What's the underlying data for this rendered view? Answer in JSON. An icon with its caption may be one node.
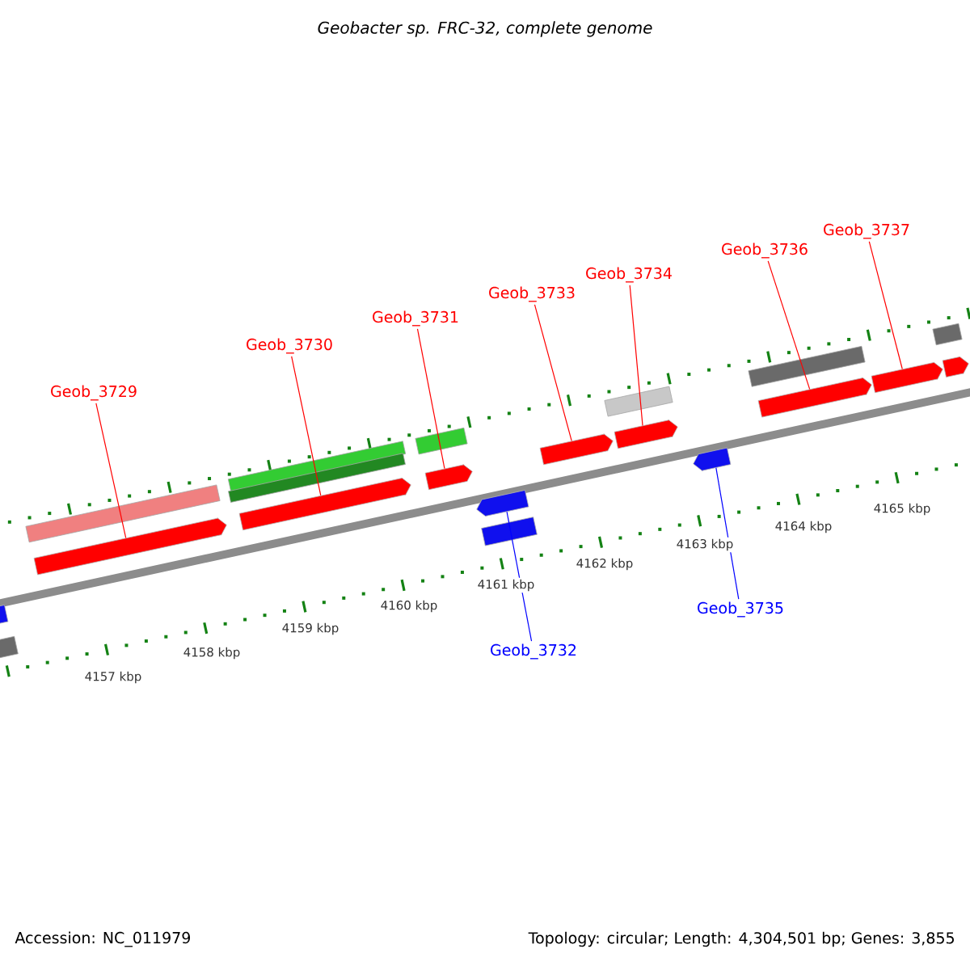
{
  "diagram": {
    "title": "Geobacter sp. FRC-32, complete genome",
    "nodes": [
      {
        "text": [
          "Geob_3729"
        ]
      },
      {
        "text": [
          "Geob_3730"
        ]
      },
      {
        "text": [
          "Geob_3731"
        ]
      },
      {
        "text": [
          "Geob_3733"
        ]
      },
      {
        "text": [
          "Geob_3734"
        ]
      },
      {
        "text": [
          "Geob_3736"
        ]
      },
      {
        "text": [
          "Geob_3737"
        ]
      },
      {
        "text": [
          "Geob_3732"
        ]
      },
      {
        "text": [
          "Geob_3735"
        ]
      },
      {
        "text": [],
        "shape": "arrow"
      },
      {
        "text": [],
        "shape": "arrow"
      },
      {
        "text": [],
        "shape": "arrow"
      },
      {
        "text": [],
        "shape": "arrow"
      },
      {
        "text": [],
        "shape": "arrow"
      },
      {
        "text": [],
        "shape": "arrow"
      },
      {
        "text": [],
        "shape": "arrow"
      },
      {
        "text": [],
        "shape": "arrow"
      },
      {
        "text": [],
        "shape": "arrow"
      },
      {
        "text": [],
        "shape": "arrow"
      },
      {
        "text": [],
        "shape": "arrow"
      },
      {
        "text": [],
        "shape": "bar"
      },
      {
        "text": [],
        "shape": "bar"
      },
      {
        "text": [],
        "shape": "bar"
      },
      {
        "text": [],
        "shape": "bar"
      },
      {
        "text": [],
        "shape": "bar"
      },
      {
        "text": [],
        "shape": "bar"
      },
      {
        "text": [],
        "shape": "bar"
      },
      {
        "text": [],
        "shape": "bar"
      },
      {
        "text": [],
        "shape": "bar"
      }
    ],
    "edges": [
      {
        "from": 0,
        "to": 9,
        "arrow": "none"
      },
      {
        "from": 1,
        "to": 10,
        "arrow": "none"
      },
      {
        "from": 2,
        "to": 11,
        "arrow": "none"
      },
      {
        "from": 3,
        "to": 12,
        "arrow": "none"
      },
      {
        "from": 4,
        "to": 13,
        "arrow": "none"
      },
      {
        "from": 5,
        "to": 14,
        "arrow": "none"
      },
      {
        "from": 6,
        "to": 15,
        "arrow": "none"
      },
      {
        "from": 7,
        "to": 17,
        "arrow": "none",
        "color": "#0000ff"
      },
      {
        "from": 8,
        "to": 18,
        "arrow": "none",
        "color": "#0000ff"
      }
    ],
    "labels": [
      "4157 kbp",
      "4158 kbp",
      "4159 kbp",
      "4160 kbp",
      "4161 kbp",
      "4162 kbp",
      "4163 kbp",
      "4164 kbp",
      "4165 kbp",
      "Accession: NC_011979",
      "Topology: circular; Length: 4,304,501 bp; Genes: 3,855"
    ]
  }
}
